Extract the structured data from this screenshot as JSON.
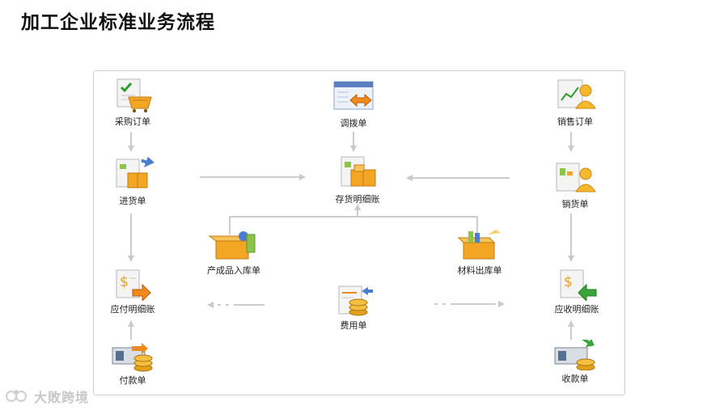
{
  "title": "加工企业标准业务流程",
  "nodes": {
    "purchase_order": "采购订单",
    "transfer": "调拨单",
    "sales_order": "销售订单",
    "stock_in": "进货单",
    "inventory_ledger": "存货明细账",
    "sales_delivery": "销货单",
    "product_in": "产成品入库单",
    "material_out": "材料出库单",
    "payable_ledger": "应付明细账",
    "expense": "费用单",
    "receivable_ledger": "应收明细账",
    "payment": "付款单",
    "receipt": "收款单"
  },
  "watermark": "大敗跨境",
  "colors": {
    "arrow": "#cccccc",
    "frame_border": "#cfcfcf",
    "box_orange": "#f2a623",
    "arrow_orange": "#f08a1c",
    "arrow_green": "#3aa53a",
    "arrow_blue": "#4a7fd0"
  }
}
